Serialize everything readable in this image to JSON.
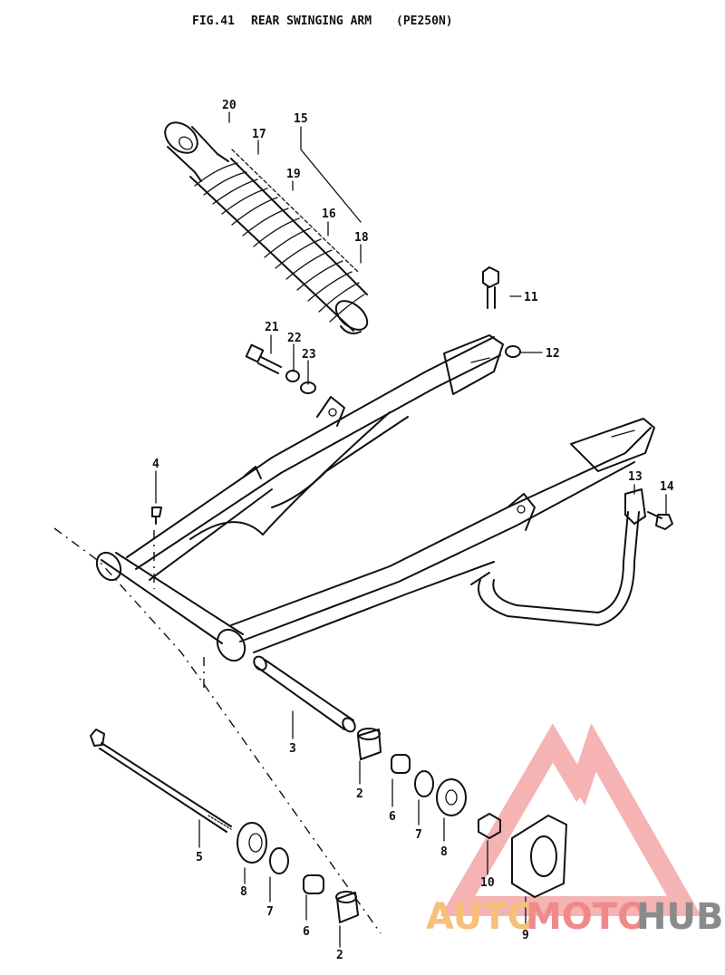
{
  "figure": {
    "number": "FIG.41",
    "title": "REAR SWINGING ARM",
    "model": "(PE250N)"
  },
  "callouts": [
    {
      "id": "c20",
      "text": "20"
    },
    {
      "id": "c15",
      "text": "15"
    },
    {
      "id": "c17",
      "text": "17"
    },
    {
      "id": "c19",
      "text": "19"
    },
    {
      "id": "c16",
      "text": "16"
    },
    {
      "id": "c18",
      "text": "18"
    },
    {
      "id": "c11",
      "text": "11"
    },
    {
      "id": "c21",
      "text": "21"
    },
    {
      "id": "c22",
      "text": "22"
    },
    {
      "id": "c23",
      "text": "23"
    },
    {
      "id": "c12",
      "text": "12"
    },
    {
      "id": "c4",
      "text": "4"
    },
    {
      "id": "c13",
      "text": "13"
    },
    {
      "id": "c14",
      "text": "14"
    },
    {
      "id": "c3",
      "text": "3"
    },
    {
      "id": "c2a",
      "text": "2"
    },
    {
      "id": "c6a",
      "text": "6"
    },
    {
      "id": "c7a",
      "text": "7"
    },
    {
      "id": "c8a",
      "text": "8"
    },
    {
      "id": "c10",
      "text": "10"
    },
    {
      "id": "c9",
      "text": "9"
    },
    {
      "id": "c5",
      "text": "5"
    },
    {
      "id": "c8b",
      "text": "8"
    },
    {
      "id": "c7b",
      "text": "7"
    },
    {
      "id": "c6b",
      "text": "6"
    },
    {
      "id": "c2b",
      "text": "2"
    }
  ],
  "watermark": {
    "part1": "AUTO",
    "part2": "MOTO",
    "part3": "HUB",
    "colors": {
      "auto": "#f6c07a",
      "moto": "#f08a8a",
      "hub": "#8a8a8a",
      "triangle": "#f4a6a6"
    }
  }
}
